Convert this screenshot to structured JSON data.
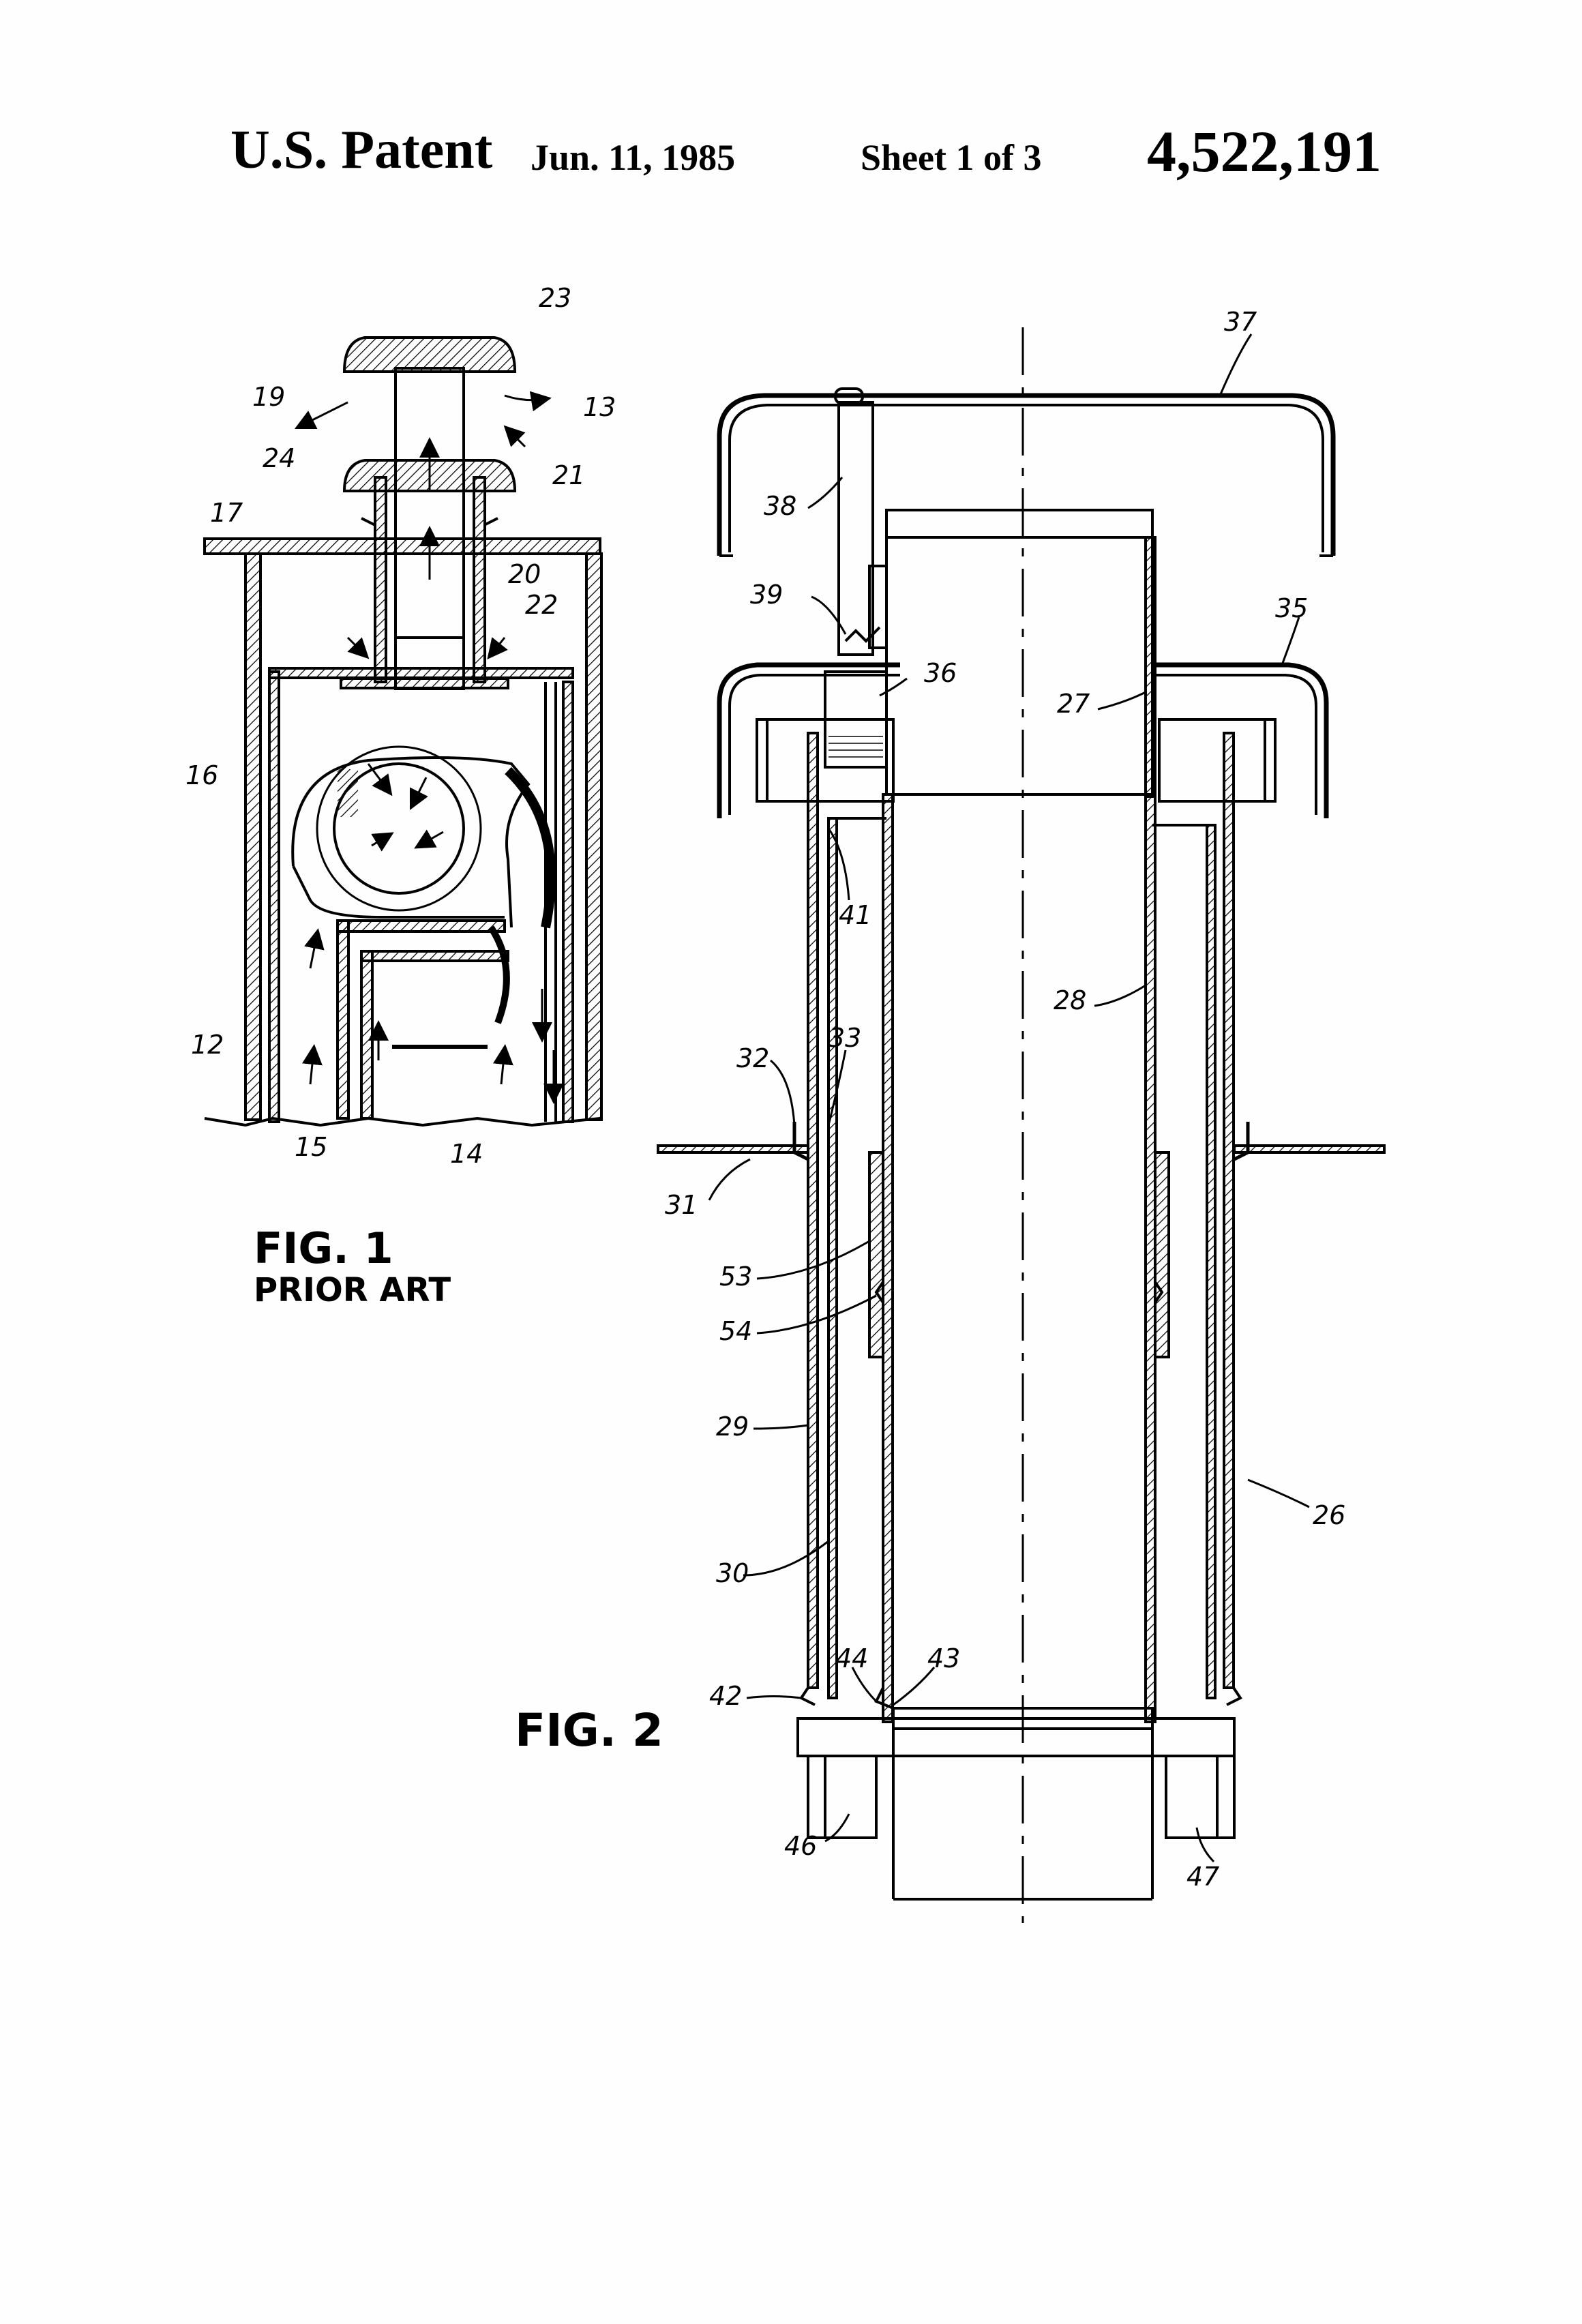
{
  "header": {
    "patent_label": "U.S. Patent",
    "date": "Jun. 11, 1985",
    "sheet": "Sheet 1 of 3",
    "patent_number": "4,522,191"
  },
  "fig1": {
    "caption": "FIG. 1",
    "subcaption": "PRIOR ART",
    "refs": [
      "23",
      "19",
      "13",
      "24",
      "21",
      "17",
      "20",
      "22",
      "16",
      "12",
      "15",
      "14"
    ]
  },
  "fig2": {
    "caption": "FIG. 2",
    "refs": [
      "37",
      "38",
      "39",
      "36",
      "35",
      "27",
      "41",
      "28",
      "32",
      "33",
      "31",
      "53",
      "54",
      "29",
      "26",
      "30",
      "44",
      "43",
      "42",
      "46",
      "47"
    ]
  }
}
